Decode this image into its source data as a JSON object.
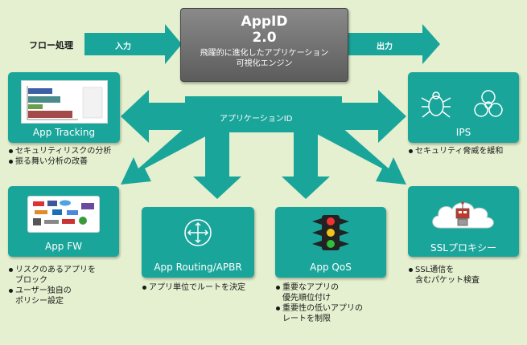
{
  "flow_label": "フロー処理",
  "input_label": "入力",
  "output_label": "出力",
  "core": {
    "title": "AppID",
    "version": "2.0",
    "subtitle_line1": "飛躍的に進化したアプリケーション",
    "subtitle_line2": "可視化エンジン"
  },
  "hub_label": "アプリケーションID",
  "modules": {
    "app_tracking": {
      "title": "App Tracking",
      "bullets": [
        "セキュリティリスクの分析",
        "振る舞い分析の改善"
      ]
    },
    "ips": {
      "title": "IPS",
      "bullets": [
        "セキュリティ脅威を緩和"
      ]
    },
    "app_fw": {
      "title": "App FW",
      "bullets": [
        "リスクのあるアプリを\nブロック",
        "ユーザー独自の\nポリシー設定"
      ]
    },
    "app_routing": {
      "title": "App Routing/APBR",
      "bullets": [
        "アプリ単位でルートを決定"
      ]
    },
    "app_qos": {
      "title": "App QoS",
      "bullets": [
        "重要なアプリの\n優先順位付け",
        "重要性の低いアプリの\nレートを制限"
      ]
    },
    "ssl_proxy": {
      "title": "SSLプロキシー",
      "bullets": [
        "SSL通信を\n含むパケット検査"
      ]
    }
  },
  "colors": {
    "background": "#e4f0cf",
    "teal": "#1aa59b",
    "core_gray": "#6e6e6e"
  }
}
